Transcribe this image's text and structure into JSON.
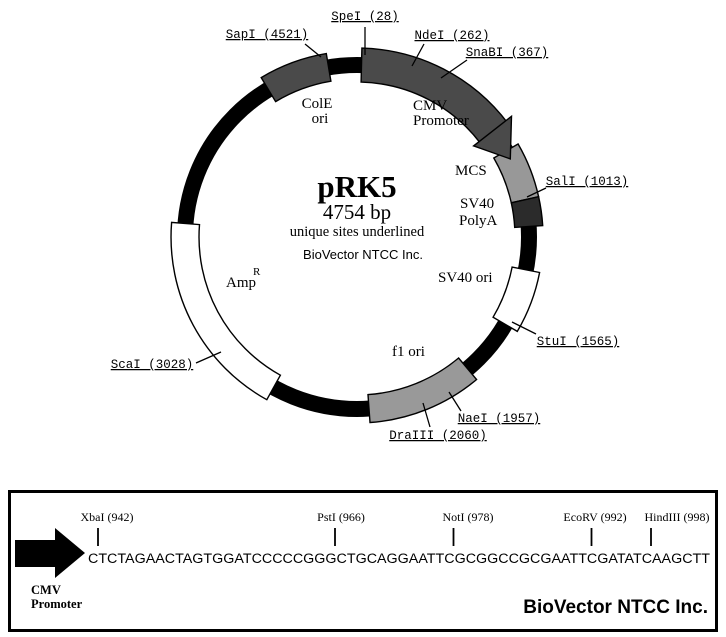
{
  "plasmid": {
    "title": "pRK5",
    "size": "4754 bp",
    "note": "unique sites underlined",
    "brand": "BioVector NTCC Inc.",
    "sites": [
      {
        "label": "SpeI (28)"
      },
      {
        "label": "NdeI (262)"
      },
      {
        "label": "SnaBI (367)"
      },
      {
        "label": "SalI (1013)"
      },
      {
        "label": "StuI (1565)"
      },
      {
        "label": "NaeI (1957)"
      },
      {
        "label": "DraIII (2060)"
      },
      {
        "label": "ScaI (3028)"
      },
      {
        "label": "SapI (4521)"
      }
    ],
    "features": {
      "cole_line1": "ColE",
      "cole_line2": "ori",
      "cmv_line1": "CMV",
      "cmv_line2": "Promoter",
      "mcs": "MCS",
      "sv40polya_line1": "SV40",
      "sv40polya_line2": "PolyA",
      "sv40ori": "SV40 ori",
      "f1ori": "f1 ori",
      "amp": "Amp",
      "amp_sup": "R"
    },
    "segments": [
      {
        "id": "mcs",
        "name": "MCS",
        "color": "#989898"
      },
      {
        "id": "sv40-polya",
        "name": "SV40 PolyA",
        "color": "#2b2b2b"
      },
      {
        "id": "sv40-ori",
        "name": "SV40 ori",
        "color": "#ffffff"
      },
      {
        "id": "f1-ori",
        "name": "f1 ori",
        "color": "#999999"
      },
      {
        "id": "amp-r",
        "name": "AmpR",
        "color": "#ffffff"
      },
      {
        "id": "cole-ori",
        "name": "ColE ori",
        "color": "#4a4a4a"
      },
      {
        "id": "cmv-promoter",
        "name": "CMV Promoter",
        "color": "#4a4a4a"
      }
    ],
    "ring_color": "#000000"
  },
  "detail": {
    "promoter_line1": "CMV",
    "promoter_line2": "Promoter",
    "sites": [
      {
        "label": "XbaI (942)"
      },
      {
        "label": "PstI (966)"
      },
      {
        "label": "NotI (978)"
      },
      {
        "label": "EcoRV (992)"
      },
      {
        "label": "HindIII (998)"
      }
    ],
    "sequence": "CTCTAGAACTAGTGGATCCCCCGGGCTGCAGGAATTCGCGGCCGCGAATTCGATATCAAGCTT",
    "brand": "BioVector NTCC Inc."
  }
}
